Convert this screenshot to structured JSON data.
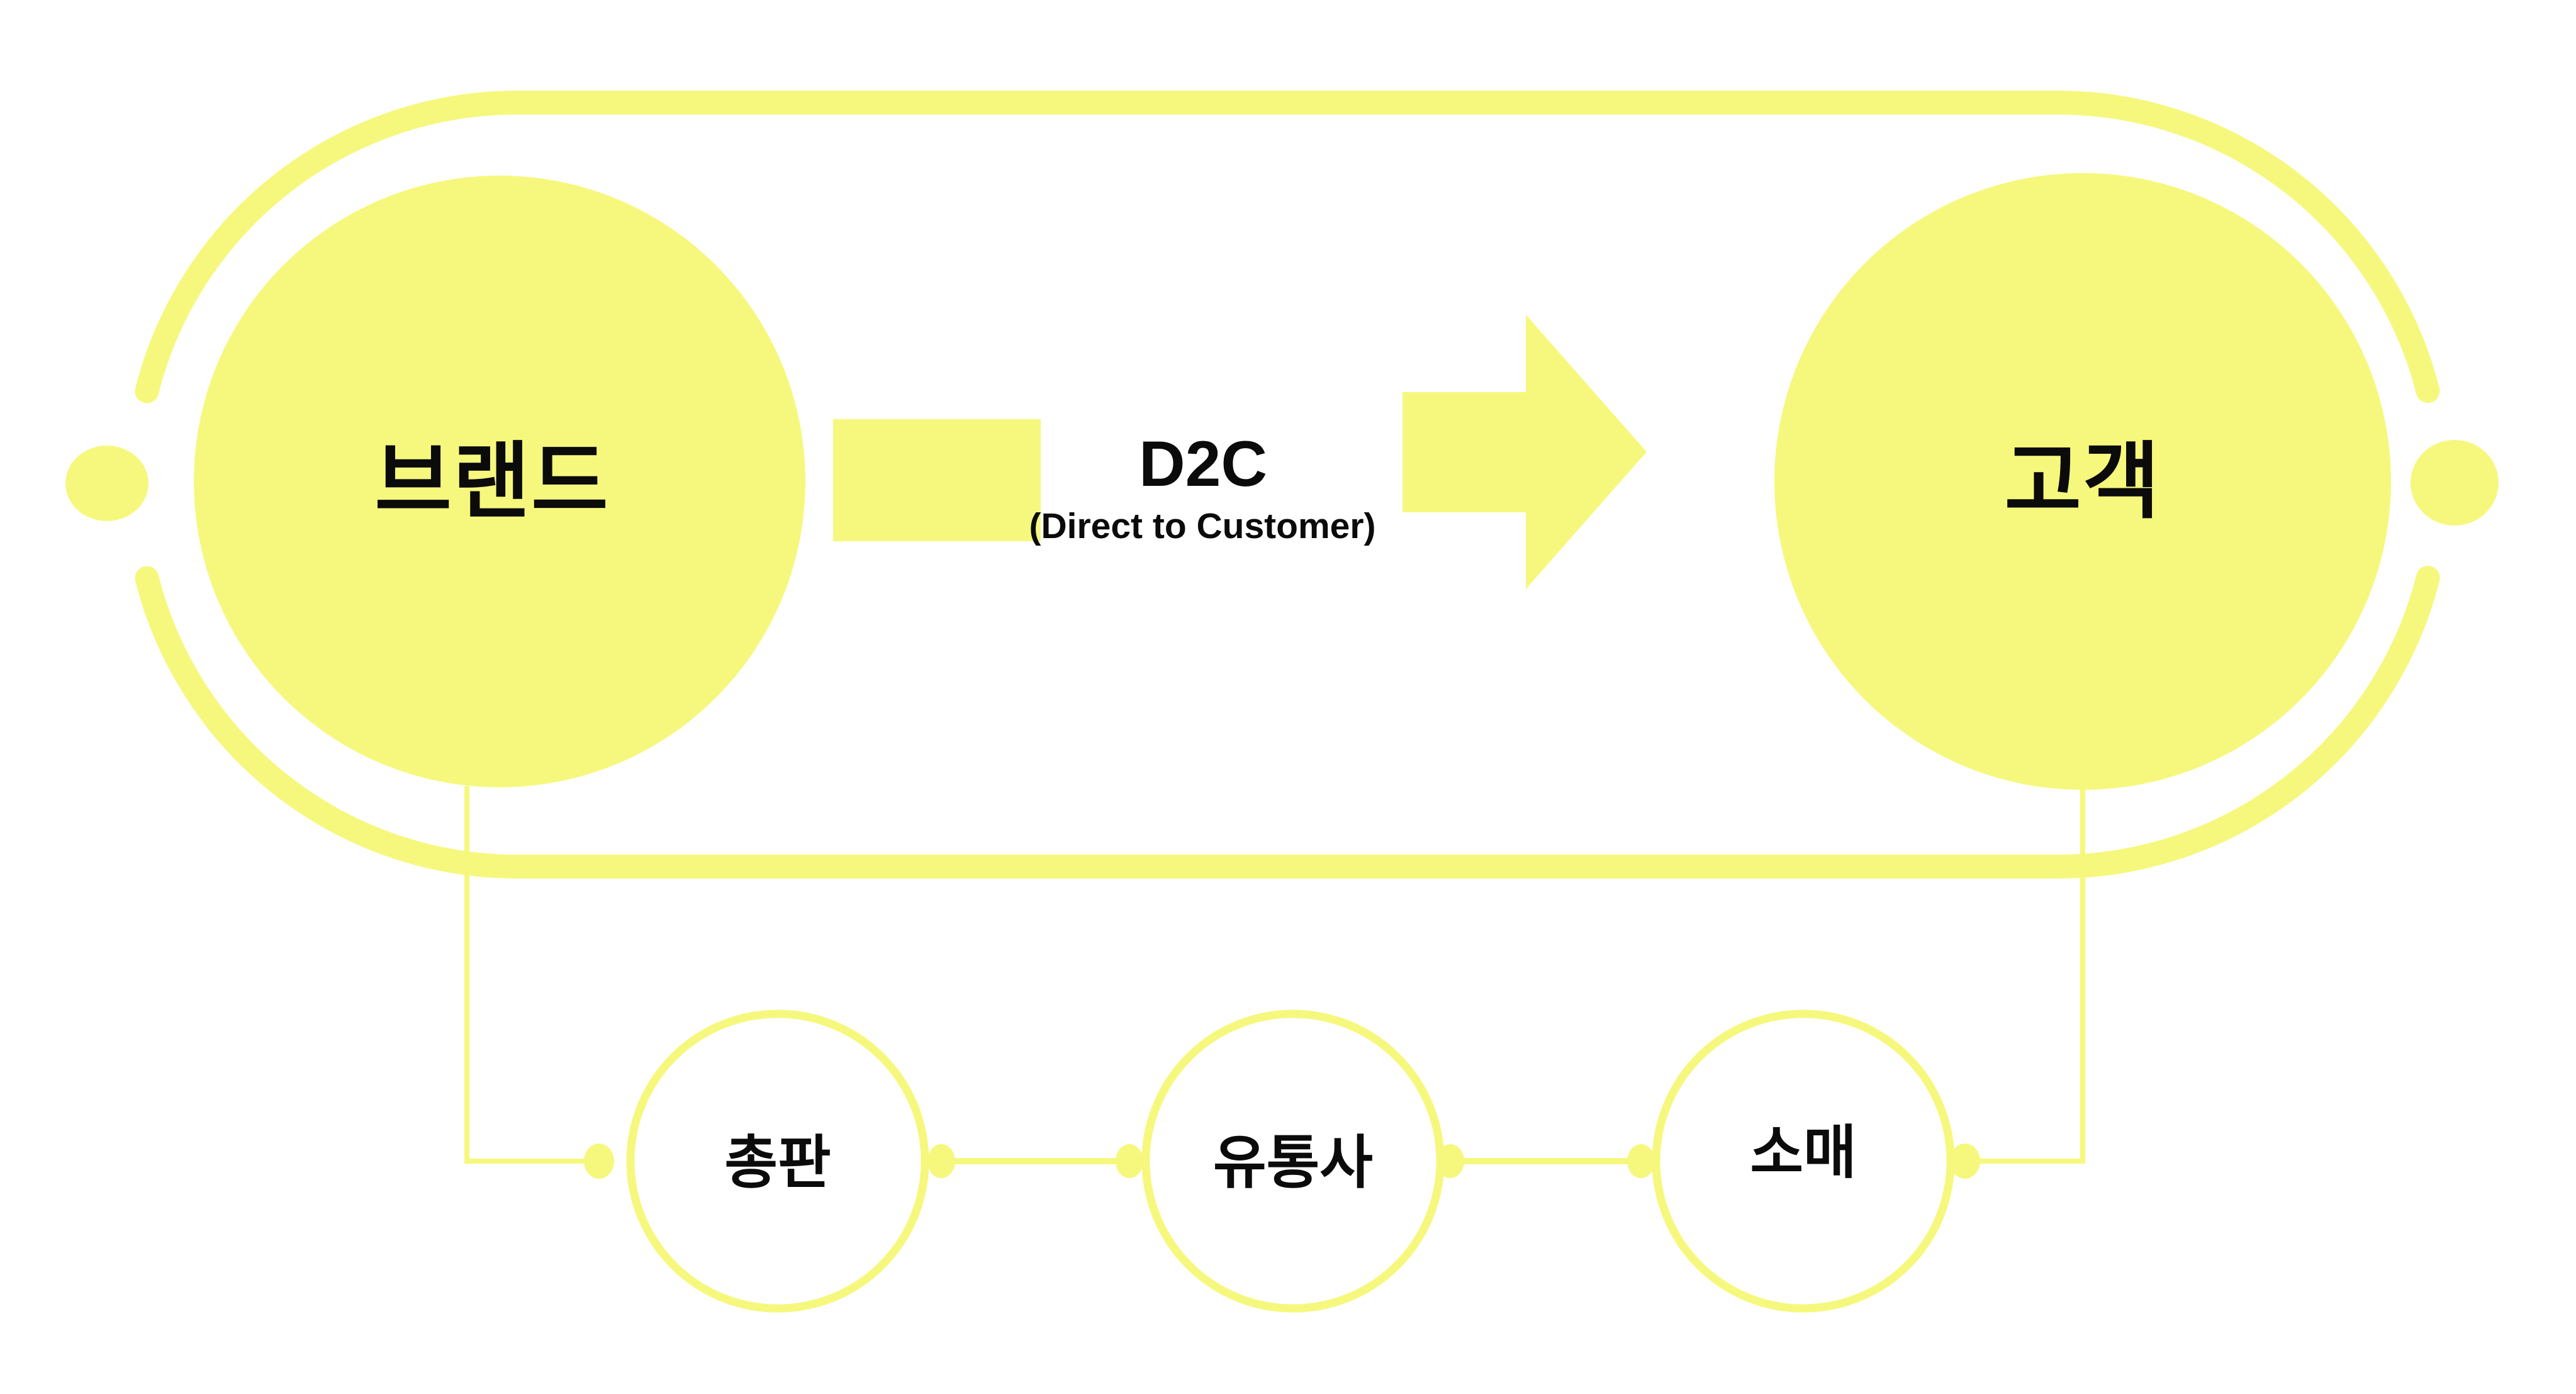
{
  "colors": {
    "accent": "#F5F87D",
    "text": "#0B0B0B",
    "background": "#FFFFFF"
  },
  "diagram": {
    "center": {
      "title": "D2C",
      "subtitle": "(Direct to Customer)"
    },
    "nodes": {
      "brand": {
        "label": "브랜드"
      },
      "customer": {
        "label": "고객"
      },
      "distributor": {
        "label": "총판"
      },
      "wholesaler": {
        "label": "유통사"
      },
      "retailer": {
        "label": "소매"
      }
    }
  }
}
